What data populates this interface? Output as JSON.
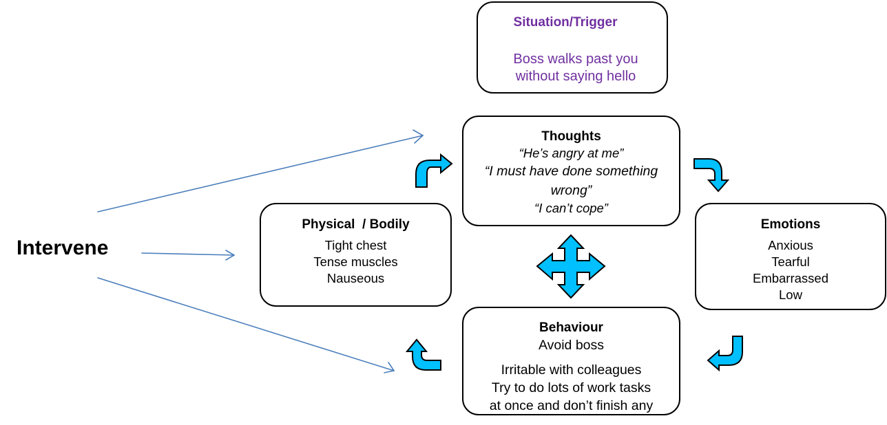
{
  "diagram": {
    "type": "CBT hot cross bun / five areas model",
    "colors": {
      "situation_text": "#7030a0",
      "arrow_fill": "#00c0ff",
      "arrow_outline": "#000000",
      "connector_line": "#4a7ebb",
      "box_border": "#000000"
    },
    "intervene": {
      "label": "Intervene"
    },
    "situation": {
      "title": "Situation/Trigger",
      "lines": [
        "Boss walks past you",
        "without saying hello"
      ]
    },
    "thoughts": {
      "title": "Thoughts",
      "lines": [
        "“He’s angry at me”",
        "“I must have done something",
        "wrong”",
        "“I can’t cope”"
      ]
    },
    "physical": {
      "title": "Physical  / Bodily",
      "lines": [
        "Tight chest",
        "Tense muscles",
        "Nauseous"
      ]
    },
    "emotions": {
      "title": "Emotions",
      "lines": [
        "Anxious",
        "Tearful",
        "Embarrassed",
        "Low"
      ]
    },
    "behaviour": {
      "title": "Behaviour",
      "lines": [
        "Avoid boss",
        "Irritable with colleagues",
        "Try to do lots of work tasks",
        "at once and don’t finish any"
      ]
    },
    "cycle_arrows": [
      "physical-to-thoughts",
      "thoughts-to-emotions",
      "emotions-to-behaviour",
      "behaviour-to-physical"
    ],
    "center_icon": "four-way-arrow",
    "intervention_targets": [
      "thoughts",
      "physical",
      "behaviour"
    ]
  }
}
